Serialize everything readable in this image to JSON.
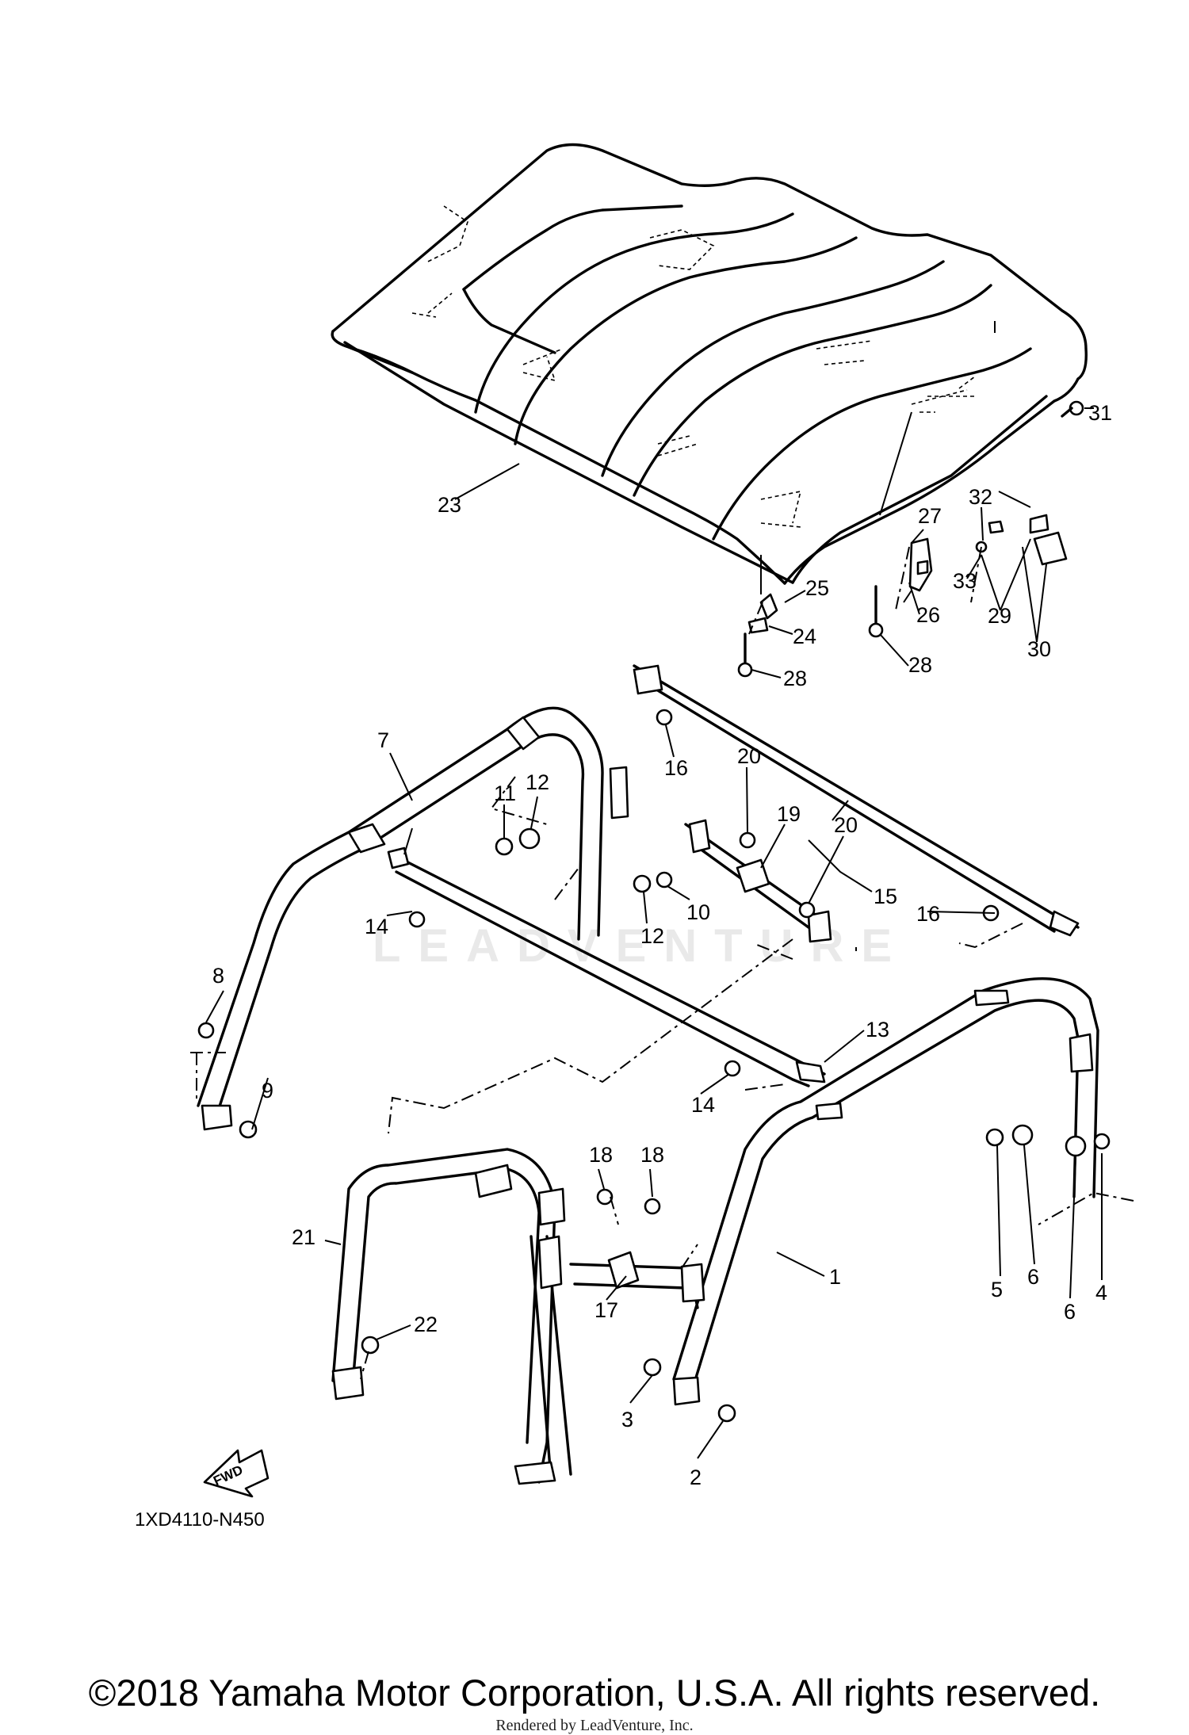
{
  "diagram": {
    "code": "1XD4110-N450",
    "fwd_label": "FWD",
    "watermark": "LEADVENTURE",
    "labels": [
      "1",
      "2",
      "3",
      "4",
      "5",
      "6",
      "6",
      "7",
      "8",
      "9",
      "10",
      "11",
      "12",
      "12",
      "13",
      "14",
      "14",
      "15",
      "16",
      "16",
      "17",
      "18",
      "18",
      "19",
      "20",
      "20",
      "21",
      "22",
      "23",
      "24",
      "25",
      "26",
      "27",
      "28",
      "28",
      "29",
      "30",
      "31",
      "32",
      "33"
    ]
  },
  "footer": {
    "copyright": "©2018 Yamaha Motor Corporation, U.S.A. All rights reserved.",
    "rendered_by": "Rendered by LeadVenture, Inc."
  }
}
